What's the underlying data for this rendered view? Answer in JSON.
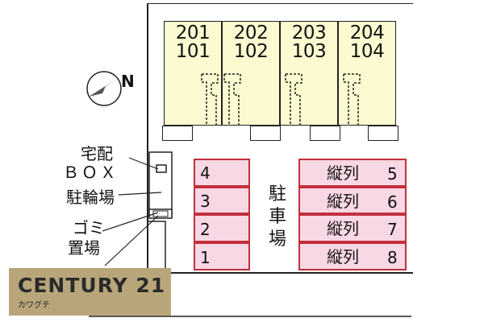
{
  "units": [
    {
      "upper": "201",
      "lower": "101"
    },
    {
      "upper": "202",
      "lower": "102"
    },
    {
      "upper": "203",
      "lower": "103"
    },
    {
      "upper": "204",
      "lower": "104"
    }
  ],
  "compass": {
    "letter": "N",
    "icon": "north-arrow-icon"
  },
  "labels": {
    "delivery_box_line1": "宅配",
    "delivery_box_line2": "ＢＯＸ",
    "bicycle_parking": "駐輪場",
    "garbage_line1": "ゴミ",
    "garbage_line2": "置場",
    "parking_v1": "駐",
    "parking_v2": "車",
    "parking_v3": "場"
  },
  "parking_left": [
    "4",
    "3",
    "2",
    "1"
  ],
  "parking_right": [
    {
      "text": "縦列",
      "num": "5"
    },
    {
      "text": "縦列",
      "num": "6"
    },
    {
      "text": "縦列",
      "num": "7"
    },
    {
      "text": "縦列",
      "num": "8"
    }
  ],
  "brand": {
    "name": "CENTURY 21",
    "sub": "カワグチ",
    "bg": "#b8a67a",
    "text_color": "#2a2a2a"
  },
  "colors": {
    "unit_fill": "#fcfad0",
    "parking_fill": "#f8d8e4",
    "parking_border": "#c0303c"
  }
}
